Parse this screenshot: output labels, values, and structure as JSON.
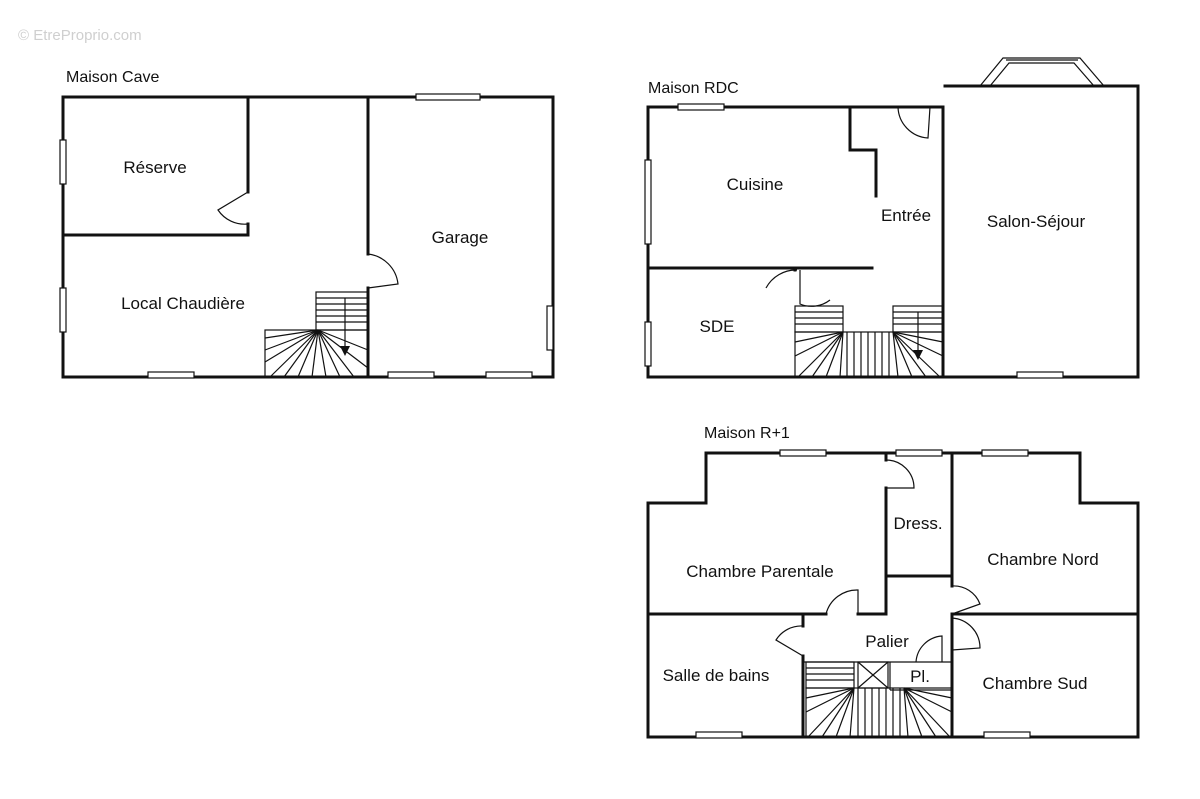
{
  "watermark": "© EtreProprio.com",
  "plans": {
    "cave": {
      "title": "Maison Cave",
      "rooms": {
        "reserve": "Réserve",
        "local_chaudiere": "Local Chaudière",
        "garage": "Garage"
      }
    },
    "rdc": {
      "title": "Maison RDC",
      "rooms": {
        "cuisine": "Cuisine",
        "entree": "Entrée",
        "salon_sejour": "Salon-Séjour",
        "sde": "SDE"
      }
    },
    "r1": {
      "title": "Maison R+1",
      "rooms": {
        "chambre_parentale": "Chambre Parentale",
        "dressing": "Dress.",
        "chambre_nord": "Chambre Nord",
        "palier": "Palier",
        "salle_de_bains": "Salle de bains",
        "placard": "Pl.",
        "chambre_sud": "Chambre Sud"
      }
    }
  },
  "colors": {
    "wall": "#111111",
    "watermark": "#cfcfcf",
    "background": "#ffffff"
  }
}
